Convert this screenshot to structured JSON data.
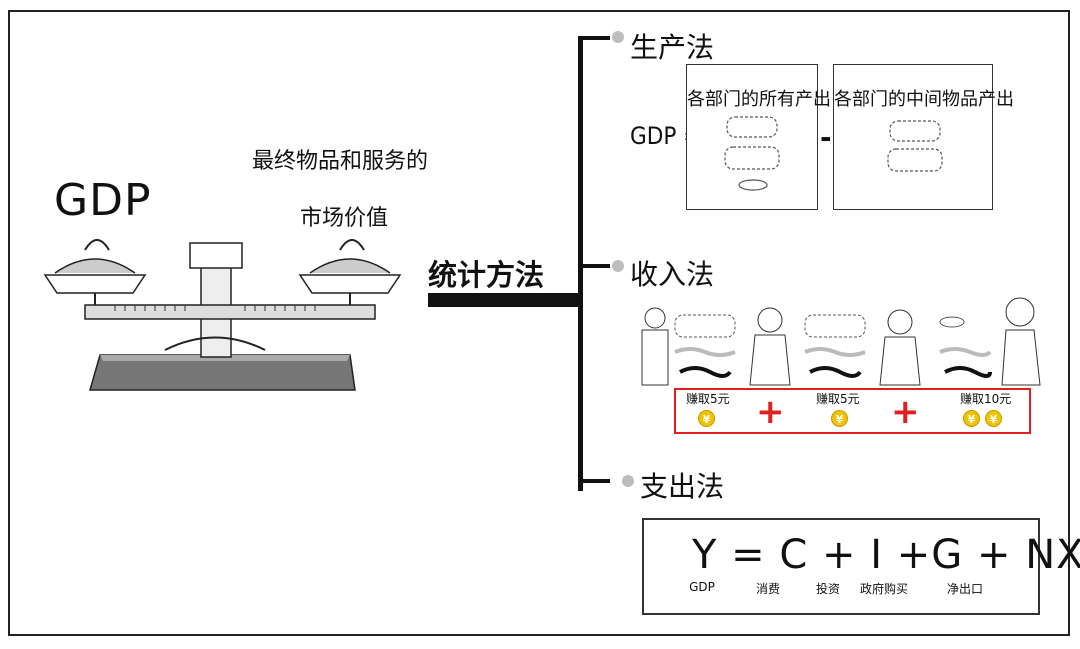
{
  "left": {
    "gdp_label": "GDP",
    "definition_line1": "最终物品和服务的",
    "definition_line2": "市场价值"
  },
  "center": {
    "methods_label": "统计方法"
  },
  "production": {
    "title": "生产法",
    "gdp_eq": "GDP =",
    "box1_title": "各部门的所有产出",
    "minus": "-",
    "box2_title": "各部门的中间物品产出"
  },
  "income": {
    "title": "收入法",
    "earn1": "赚取5元",
    "earn2": "赚取5元",
    "earn3": "赚取10元",
    "plus1": "+",
    "plus2": "+",
    "coin_symbol": "¥"
  },
  "expenditure": {
    "title": "支出法",
    "formula": "Y = C + I +G + NX",
    "labels": {
      "y": "GDP",
      "c": "消费",
      "i": "投资",
      "g": "政府购买",
      "nx": "净出口"
    }
  },
  "colors": {
    "accent_red": "#e02020",
    "coin_yellow": "#f2c300",
    "dot_gray": "#bdbdbd"
  }
}
